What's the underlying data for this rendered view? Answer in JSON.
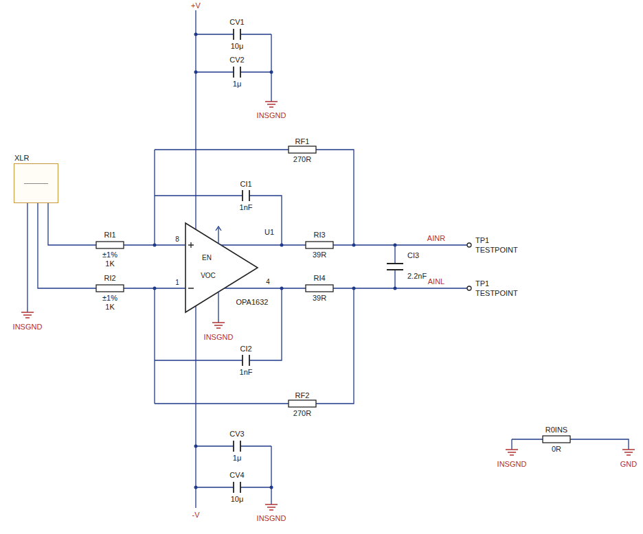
{
  "diagram": {
    "nodes": [
      {
        "text": [
          "XLR"
        ]
      }
    ],
    "labels": [
      "+V",
      "CV1",
      "10μ",
      "CV2",
      "1μ",
      "INSGND",
      "RF1",
      "270R",
      "CI1",
      "1nF",
      "U1",
      "RI1",
      "±1%",
      "1K",
      "RI2",
      "±1%",
      "1K",
      "RI3",
      "39R",
      "RI4",
      "39R",
      "OPA1632",
      "INSGND",
      "CI3",
      "2.2nF",
      "AINR",
      "TP1",
      "TESTPOINT",
      "AINL",
      "TP1",
      "TESTPOINT",
      "CI2",
      "1nF",
      "RF2",
      "270R",
      "CV3",
      "1μ",
      "CV4",
      "10μ",
      "INSGND",
      "-V",
      "R0INS",
      "0R",
      "INSGND",
      "GND",
      "INSGND",
      "8",
      "1",
      "4",
      "EN",
      "VOC"
    ]
  }
}
